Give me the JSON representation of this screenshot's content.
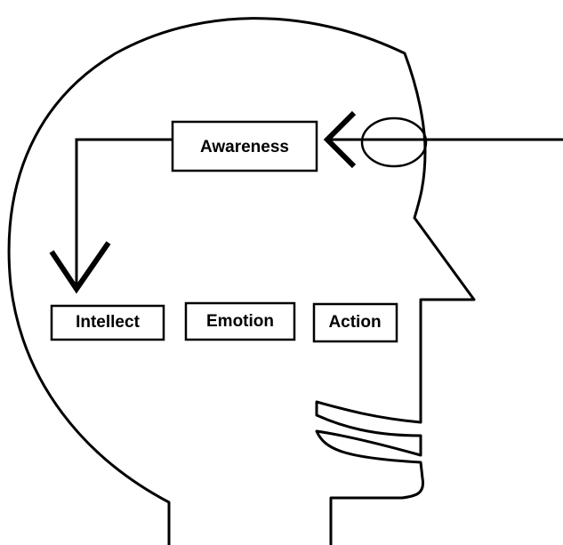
{
  "diagram": {
    "labels": {
      "awareness": "Awareness",
      "intellect": "Intellect",
      "emotion": "Emotion",
      "action": "Action"
    },
    "colors": {
      "stroke": "#000000",
      "background": "#ffffff"
    }
  }
}
